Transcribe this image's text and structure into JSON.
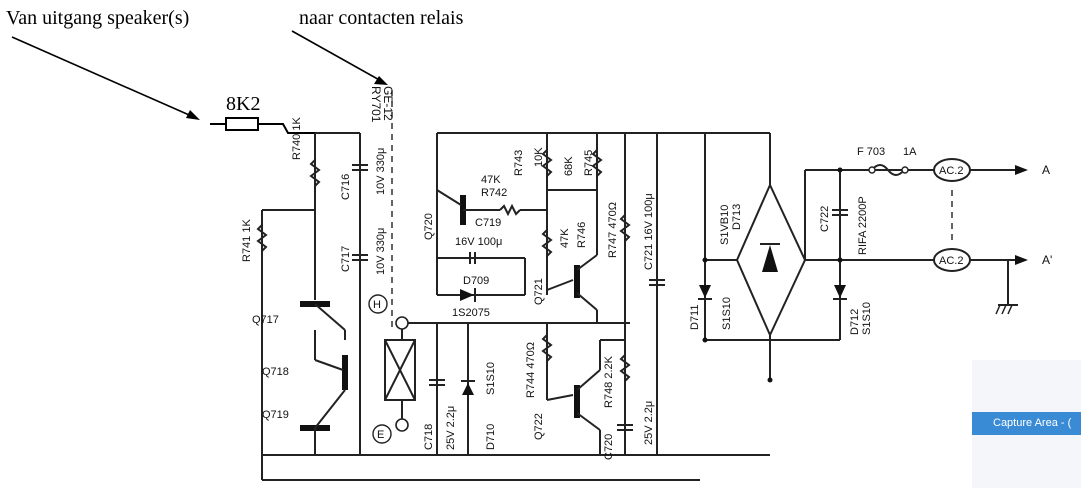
{
  "annotations": {
    "speaker_text": "Van uitgang speaker(s)",
    "relay_text": "naar contacten relais",
    "resistor_text": "8K2"
  },
  "capture_label": "Capture Area - (",
  "components": {
    "r740": "R740 1K",
    "r741": "R741 1K",
    "c716_a": "C716",
    "c716_b": "10V 330μ",
    "c717_a": "C717",
    "c717_b": "10V 330μ",
    "ry701_a": "RY701",
    "ry701_b": "GE-12",
    "q717": "Q717",
    "q718": "Q718",
    "q719": "Q719",
    "q720": "Q720",
    "q721": "Q721",
    "q722": "Q722",
    "h": "H",
    "e": "E",
    "c718_a": "C718",
    "c718_b": "25V 2.2μ",
    "d710_a": "D710",
    "d710_b": "S1S10",
    "r743": "R743",
    "r743_v": "10K",
    "r742_v": "47K",
    "r742": "R742",
    "c719": "C719",
    "c719_v": "16V 100μ",
    "d709": "D709",
    "d709_v": "1S2075",
    "r745": "R745",
    "r745_v": "68K",
    "r746": "R746",
    "r746_v": "47K",
    "r747": "R747 470Ω",
    "r744": "R744 470Ω",
    "r748": "R748 2.2K",
    "c720_a": "C720",
    "c720_b": "25V 2.2μ",
    "c721": "C721 16V 100μ",
    "d711_a": "D711",
    "d711_b": "S1S10",
    "d713_a": "S1VB10",
    "d713_b": "D713",
    "c722_a": "C722",
    "c722_b": "RIFA 2200P",
    "d712_a": "D712",
    "d712_b": "S1S10",
    "f703": "F 703",
    "f703_v": "1A",
    "ac2_a": "AC.2",
    "ac2_b": "AC.2",
    "out_a": "A",
    "out_a2": "A'"
  }
}
